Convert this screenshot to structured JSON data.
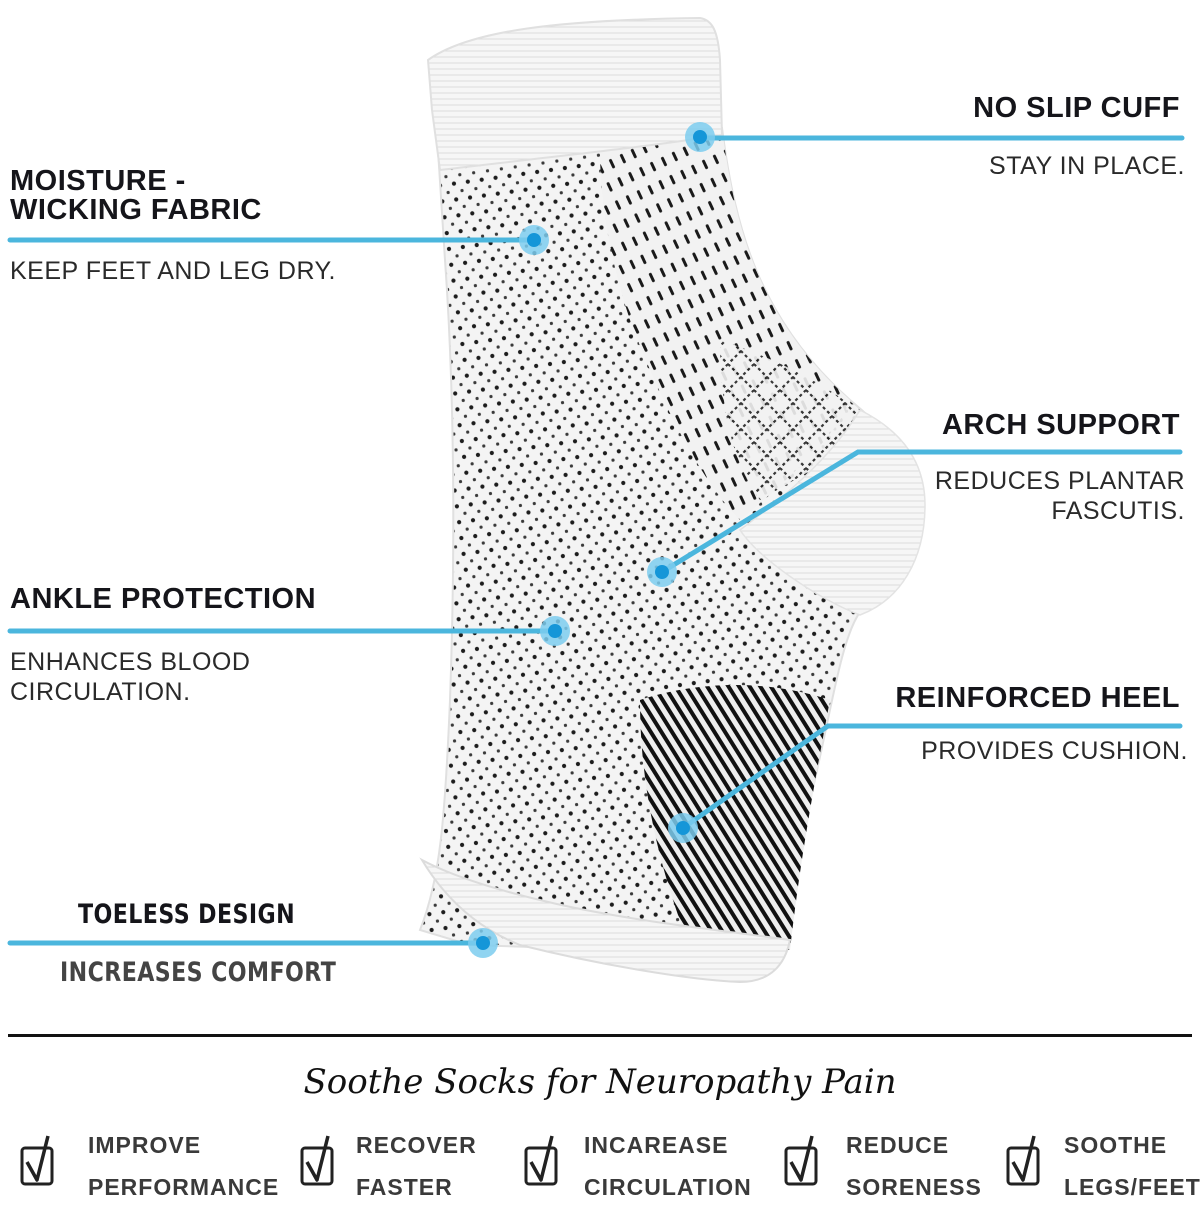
{
  "colors": {
    "accent_line": "#4bb6dd",
    "dot_outer": "#7ccdee",
    "dot_inner": "#1596d8",
    "text_dark": "#15151a",
    "sock_white": "#f4f4f4"
  },
  "callouts": {
    "no_slip_cuff": {
      "title": "NO SLIP CUFF",
      "desc": "STAY IN PLACE."
    },
    "moisture_wicking": {
      "title_line1": "MOISTURE -",
      "title_line2": "WICKING FABRIC",
      "desc": "KEEP FEET AND LEG DRY."
    },
    "arch_support": {
      "title": "ARCH SUPPORT",
      "desc_line1": "REDUCES PLANTAR",
      "desc_line2": "FASCUTIS."
    },
    "ankle_protection": {
      "title": "ANKLE PROTECTION",
      "desc_line1": "ENHANCES BLOOD",
      "desc_line2": "CIRCULATION."
    },
    "reinforced_heel": {
      "title": "REINFORCED HEEL",
      "desc": "PROVIDES CUSHION."
    },
    "toeless_design": {
      "title": "TOELESS DESIGN",
      "desc": "INCREASES COMFORT"
    }
  },
  "footer": {
    "title": "Soothe Socks for Neuropathy Pain",
    "benefits": [
      {
        "line1": "IMPROVE",
        "line2": "PERFORMANCE",
        "icon": "checkbox-checked-icon"
      },
      {
        "line1": "RECOVER",
        "line2": "FASTER",
        "icon": "checkbox-checked-icon"
      },
      {
        "line1": "INCAREASE",
        "line2": "CIRCULATION",
        "icon": "checkbox-checked-icon"
      },
      {
        "line1": "REDUCE",
        "line2": "SORENESS",
        "icon": "checkbox-checked-icon"
      },
      {
        "line1": "SOOTHE",
        "line2": "LEGS/FEET",
        "icon": "checkbox-checked-icon"
      }
    ]
  }
}
